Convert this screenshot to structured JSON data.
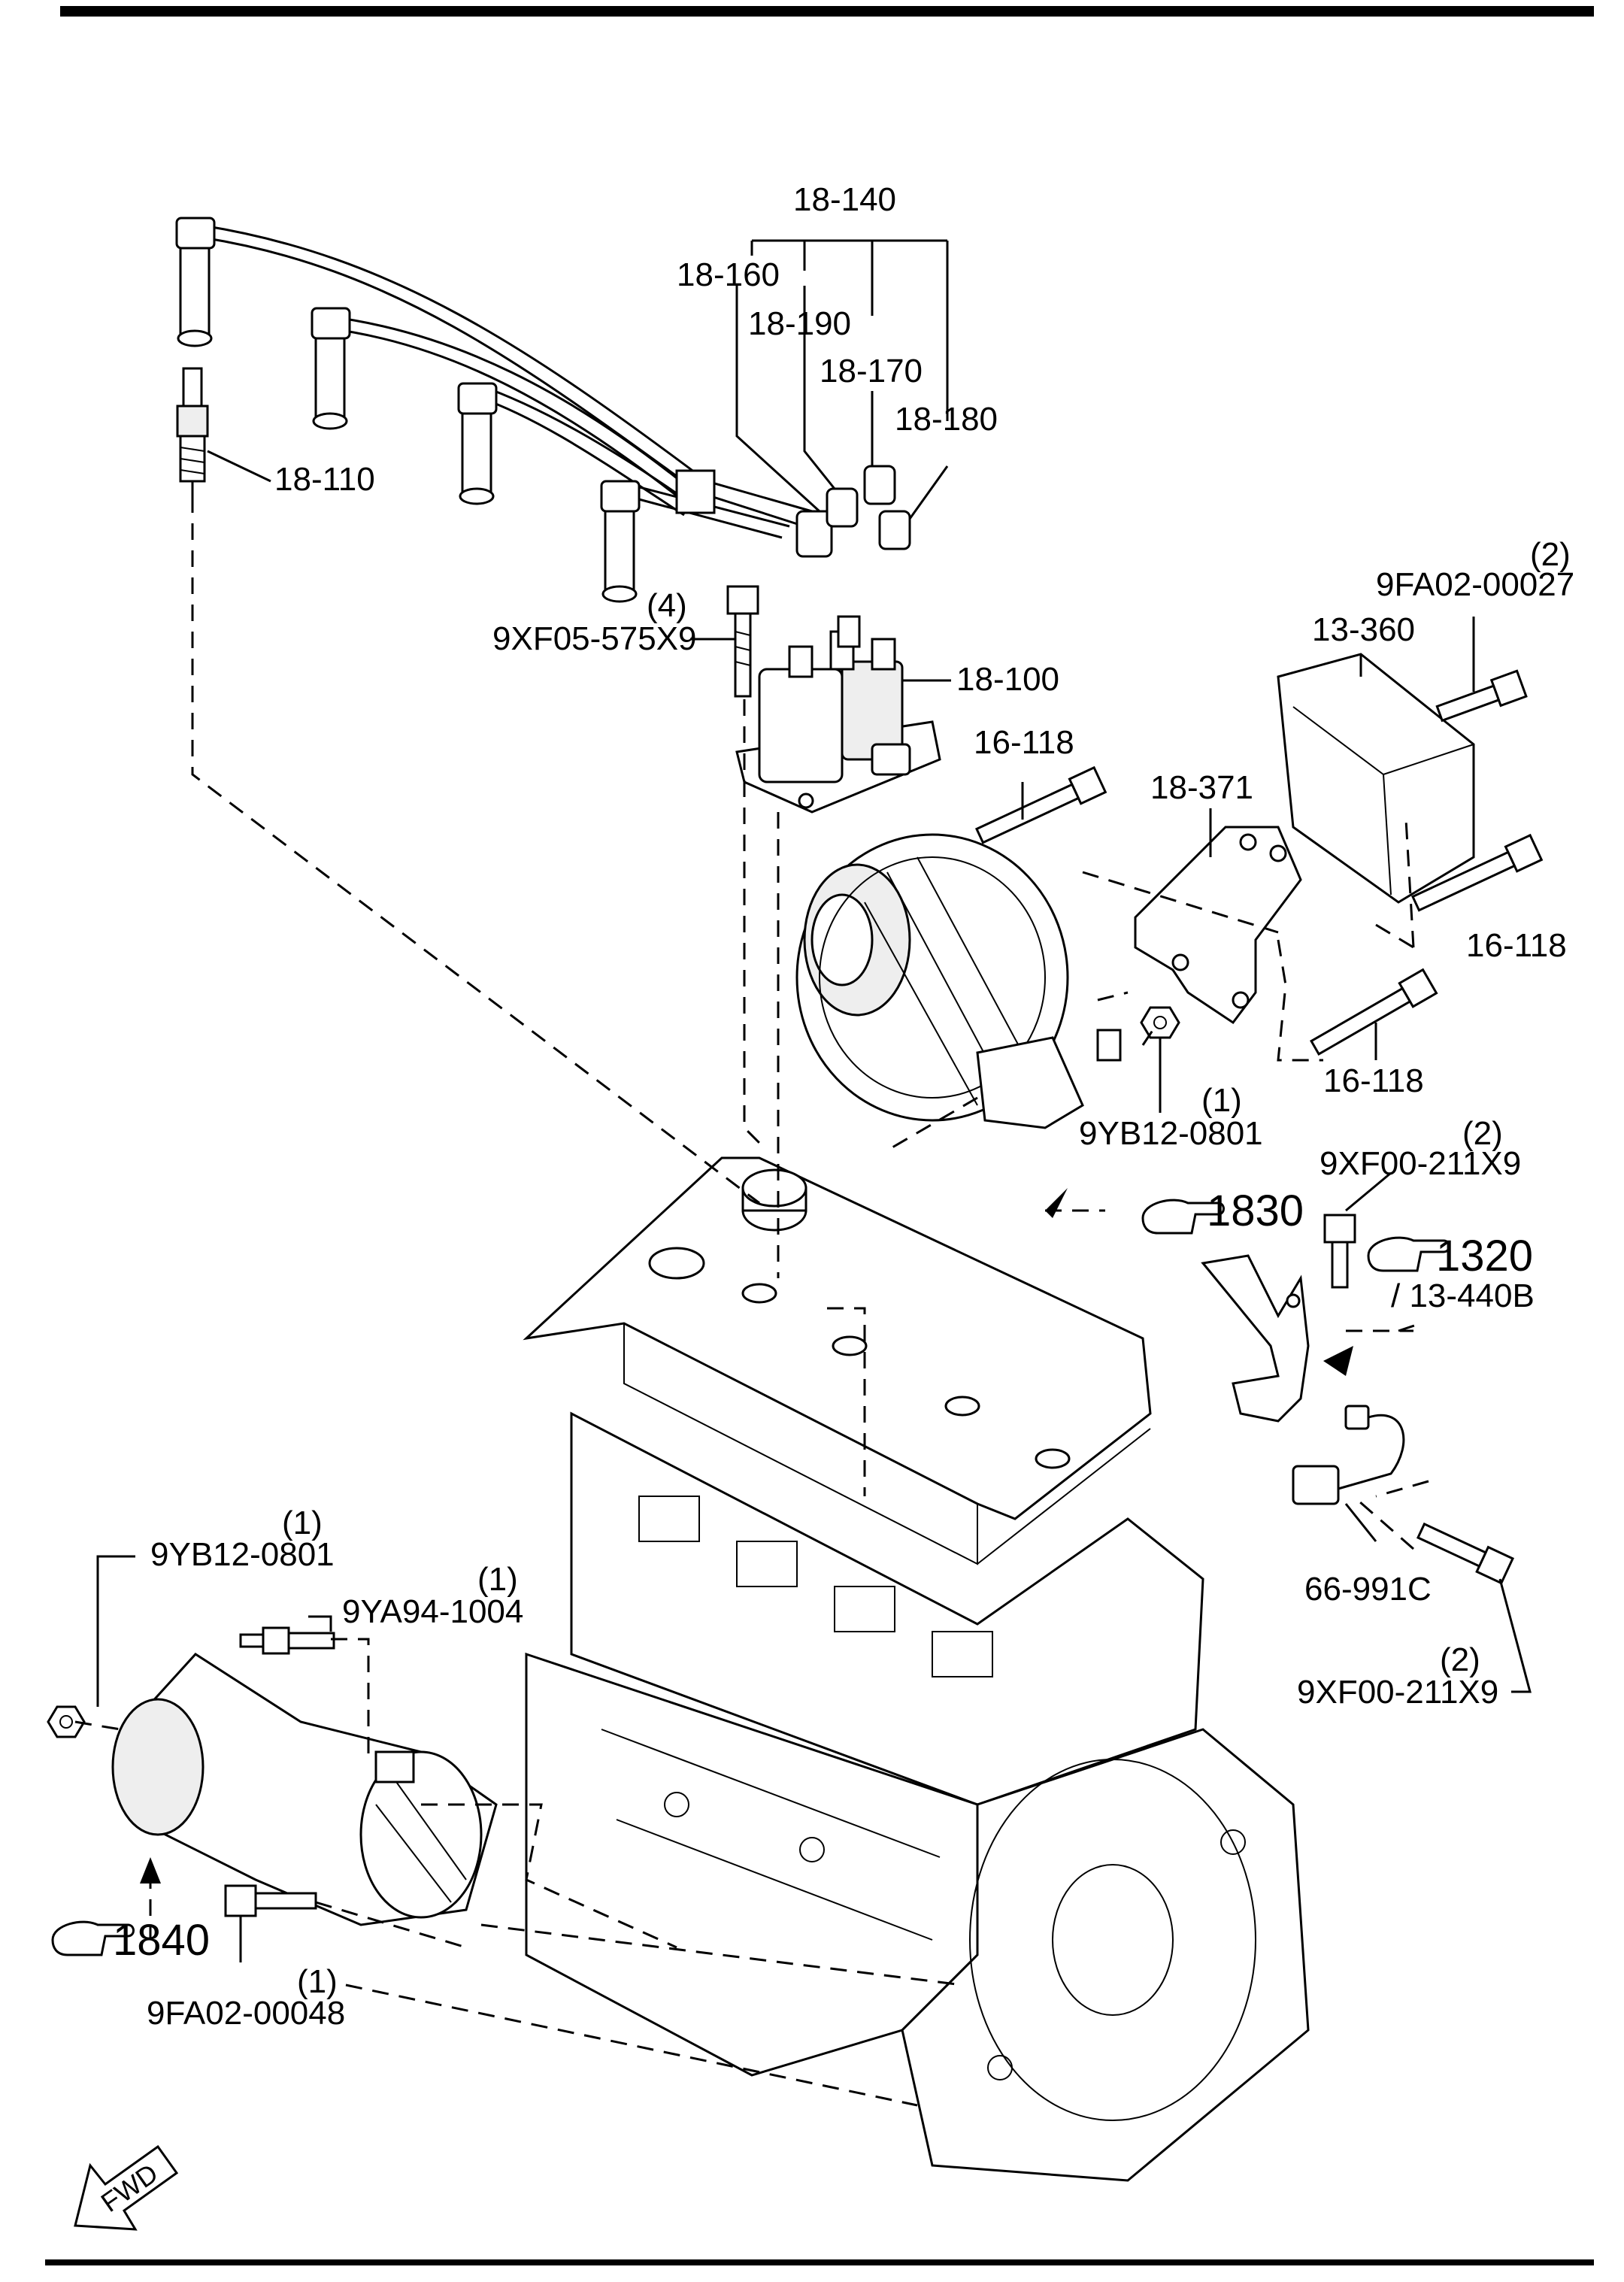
{
  "labels": {
    "ignition_coil_wire_set": "18-140",
    "wire_1": "18-160",
    "wire_2": "18-190",
    "wire_3": "18-170",
    "wire_4": "18-180",
    "spark_plug": "18-110",
    "ignition_coil": "18-100",
    "coil_bolt_qty": "(4)",
    "coil_bolt": "9XF05-575X9",
    "cover_bolt_qty": "(2)",
    "cover_bolt": "9FA02-00027",
    "cover": "13-360",
    "alt_bolt_top": "16-118",
    "bracket": "18-371",
    "alt_bolt_right": "16-118",
    "alt_bolt_lower": "16-118",
    "alt_nut_qty": "(1)",
    "alt_nut": "9YB12-0801",
    "ref_1830": "1830",
    "bracket_bolt_qty": "(2)",
    "bracket_bolt": "9XF00-211X9",
    "ref_1320": "1320",
    "ref_13440b": "/ 13-440B",
    "sensor": "66-991C",
    "sensor_bolt_qty": "(2)",
    "sensor_bolt": "9XF00-211X9",
    "starter_nut_qty": "(1)",
    "starter_nut": "9YB12-0801",
    "starter_stud_qty": "(1)",
    "starter_stud": "9YA94-1004",
    "ref_1840": "1840",
    "starter_bolt_qty": "(1)",
    "starter_bolt": "9FA02-00048",
    "fwd": "FWD"
  }
}
